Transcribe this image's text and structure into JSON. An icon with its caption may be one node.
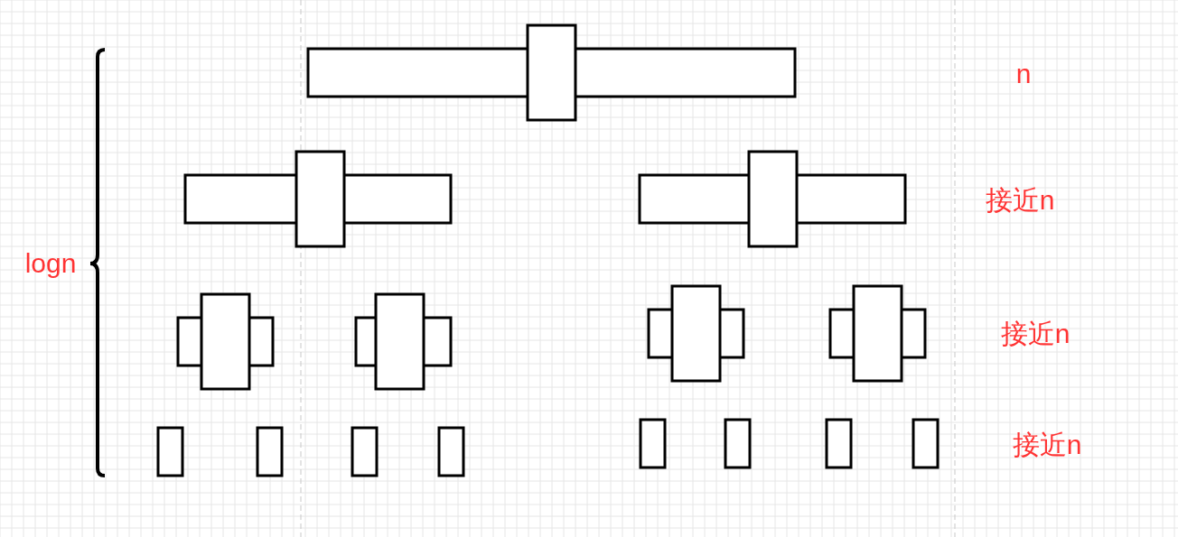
{
  "diagram": {
    "labels": [
      "n",
      "接近n",
      "logn",
      "接近n",
      "接近n"
    ]
  }
}
